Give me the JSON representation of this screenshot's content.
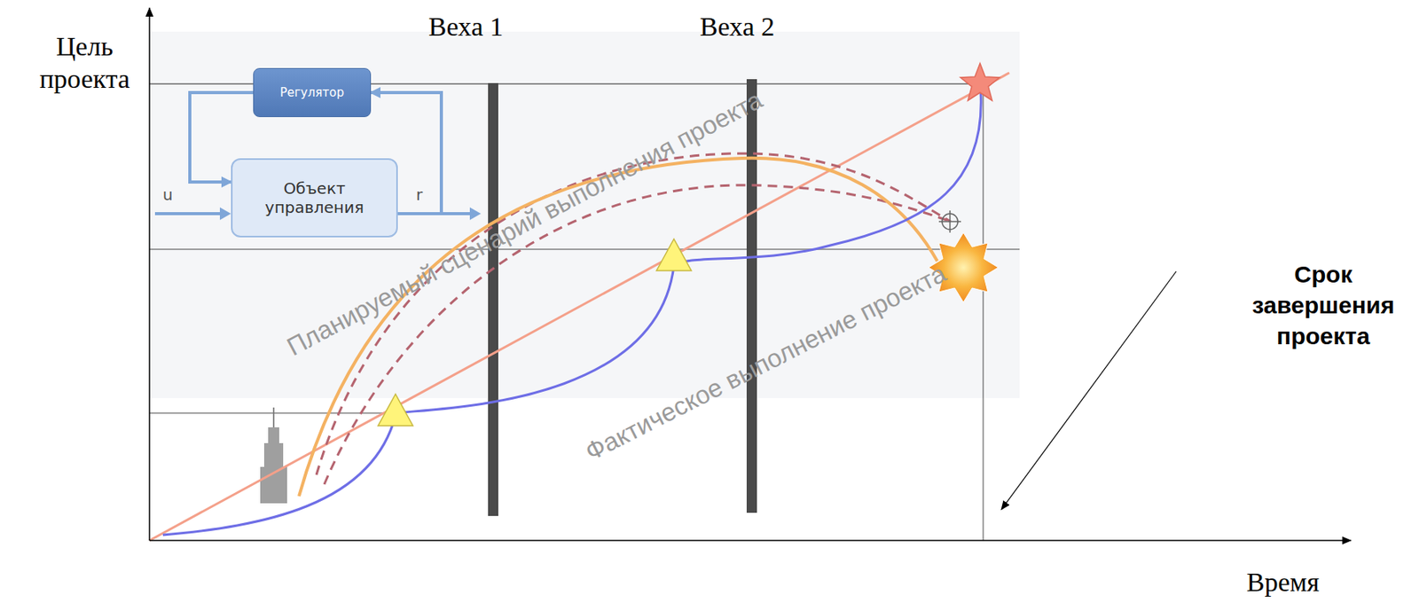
{
  "diagram": {
    "nodes": [
      {
        "text": [
          "Регулятор"
        ]
      },
      {
        "text": [
          "Объект управления"
        ]
      }
    ],
    "edges": [
      {
        "from": 0,
        "to": 1,
        "arrow": "to"
      },
      {
        "from": 1,
        "to": 0,
        "arrow": "to"
      }
    ],
    "labels": [
      "Цель проекта",
      "Веха 1",
      "Веха 2",
      "Планируемый сценарий выполнения проекта",
      "Фактическое выполнение проекта",
      "Срок завершения проекта",
      "Время",
      "u",
      "r"
    ]
  }
}
